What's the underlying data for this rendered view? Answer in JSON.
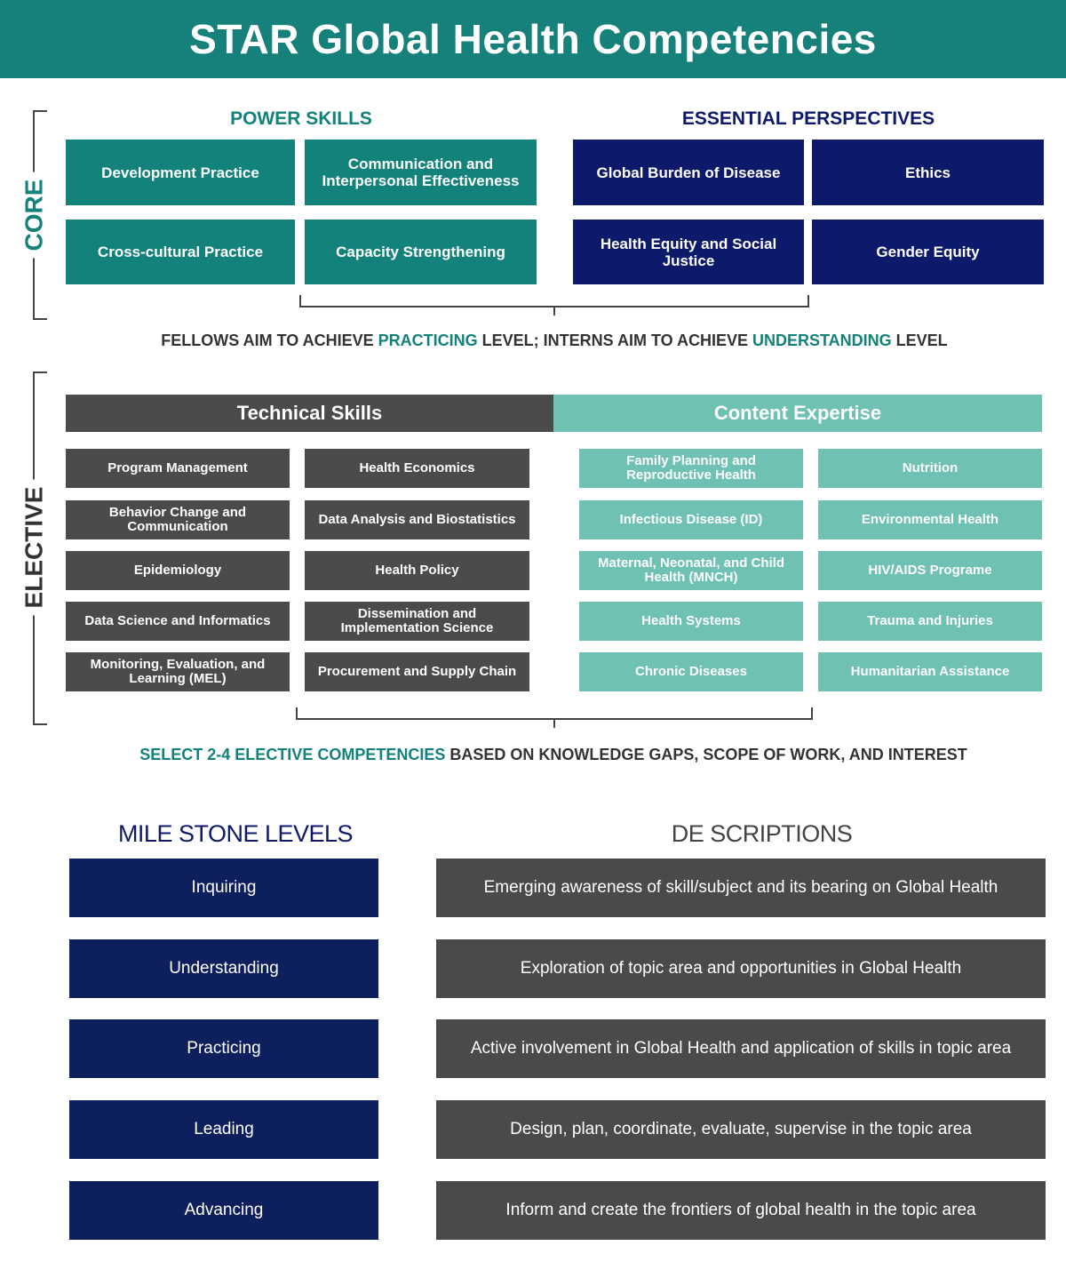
{
  "title": "STAR Global Health Competencies",
  "core": {
    "label": "CORE",
    "power_skills": {
      "title": "POWER SKILLS",
      "items": [
        "Development Practice",
        "Communication and Interpersonal Effectiveness",
        "Cross-cultural Practice",
        "Capacity Strengthening"
      ]
    },
    "essential_perspectives": {
      "title": "ESSENTIAL PERSPECTIVES",
      "items": [
        "Global Burden of Disease",
        "Ethics",
        "Health Equity and Social Justice",
        "Gender Equity"
      ]
    },
    "note": {
      "p1": "FELLOWS AIM TO ACHIEVE ",
      "h1": "PRACTICING",
      "p2": " LEVEL; INTERNS AIM TO ACHIEVE ",
      "h2": "UNDERSTANDING",
      "p3": " LEVEL"
    }
  },
  "elective": {
    "label": "ELECTIVE",
    "technical_skills": {
      "title": "Technical Skills",
      "items": [
        "Program Management",
        "Health Economics",
        "Behavior Change and Communication",
        "Data Analysis and Biostatistics",
        "Epidemiology",
        "Health Policy",
        "Data Science and Informatics",
        "Dissemination and Implementation Science",
        "Monitoring, Evaluation, and Learning (MEL)",
        "Procurement and Supply Chain"
      ]
    },
    "content_expertise": {
      "title": "Content Expertise",
      "items": [
        "Family Planning and Reproductive Health",
        "Nutrition",
        "Infectious Disease (ID)",
        "Environmental Health",
        "Maternal, Neonatal, and Child Health (MNCH)",
        "HIV/AIDS Programe",
        "Health Systems",
        "Trauma and Injuries",
        "Chronic Diseases",
        "Humanitarian Assistance"
      ]
    },
    "note": {
      "h1": "SELECT 2-4 ELECTIVE COMPETENCIES",
      "p1": " BASED ON KNOWLEDGE GAPS, SCOPE OF WORK, AND INTEREST"
    }
  },
  "milestones": {
    "levels_title": "MILE STONE LEVELS",
    "descriptions_title": "DE SCRIPTIONS",
    "rows": [
      {
        "level": "Inquiring",
        "description": "Emerging awareness of skill/subject and its bearing on Global Health"
      },
      {
        "level": "Understanding",
        "description": "Exploration of topic area and opportunities in Global Health"
      },
      {
        "level": "Practicing",
        "description": "Active involvement in Global Health and application of skills in topic area"
      },
      {
        "level": "Leading",
        "description": "Design, plan, coordinate, evaluate, supervise in the topic area"
      },
      {
        "level": "Advancing",
        "description": "Inform and create the frontiers of global health in the topic area"
      }
    ]
  },
  "colors": {
    "header_teal": "#15817a",
    "power_teal": "#12827a",
    "navy": "#0d1a6b",
    "technical_gray": "#4b4b4b",
    "content_mint": "#6fc1b4",
    "level_navy": "#0d1f5c",
    "description_gray": "#4a4a4a"
  }
}
